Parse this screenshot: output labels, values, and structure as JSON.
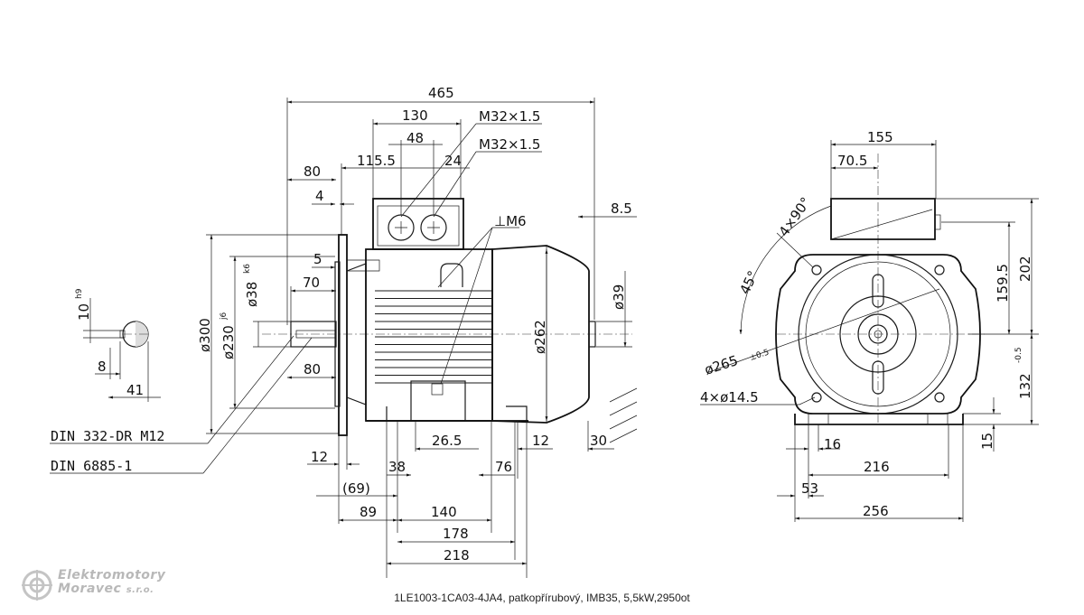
{
  "side_view": {
    "dims": {
      "overall_length": "465",
      "terminal_box_cable_span": "130",
      "terminal_box_gland_spacing": "48",
      "box_offset": "115.5",
      "gland_offset": "24",
      "flange_to_shaft": "80",
      "flange_spigot": "4",
      "spigot_depth": "5",
      "shaft_length": "70",
      "shaft_length_bottom": "80",
      "fan_cowl_gap": "8.5",
      "rear_shaft_dia": "ø39",
      "frame_dia": "ø262",
      "shaft_dia": "ø38",
      "shaft_dia_tol": "k6",
      "spigot_dia": "ø230",
      "spigot_dia_tol": "j6",
      "flange_dia": "ø300",
      "flange_thickness": "12",
      "foot_offset": "38",
      "foot_slot": "26.5",
      "foot_edge": "76",
      "foot_height_small": "12",
      "rear_clearance": "30",
      "flange_to_feet": "(69)",
      "flange_to_first_hole": "89",
      "foot_hole_spacing": "140",
      "foot_overall": "178",
      "feet_length": "218"
    },
    "thread_labels": {
      "gland_a": "M32×1.5",
      "gland_b": "M32×1.5",
      "earth_thread": "⊥M6"
    },
    "notes": {
      "center_thread": "DIN 332-DR M12",
      "key_standard": "DIN 6885-1"
    }
  },
  "key_section": {
    "key_width": "10",
    "key_width_tol": "h9",
    "key_depth": "8",
    "key_overall": "41"
  },
  "end_view": {
    "dims": {
      "box_width": "155",
      "box_offset": "70.5",
      "box_rotation": "4×90°",
      "hole_angle": "45°",
      "box_height": "202",
      "box_to_center": "159.5",
      "pcd": "ø265",
      "pcd_tol": "±0.5",
      "bolt_holes": "4×ø14.5",
      "shaft_height": "132",
      "shaft_height_tol": "-0.5",
      "foot_thickness": "15",
      "foot_hole": "16",
      "foot_hole_spacing": "216",
      "foot_edge": "53",
      "foot_width": "256"
    }
  },
  "caption": "1LE1003-1CA03-4JA4, patkopřírubový, IMB35, 5,5kW,2950ot",
  "logo": {
    "line1": "Elektromotory",
    "line2": "Moravec",
    "suffix": "s.r.o."
  }
}
